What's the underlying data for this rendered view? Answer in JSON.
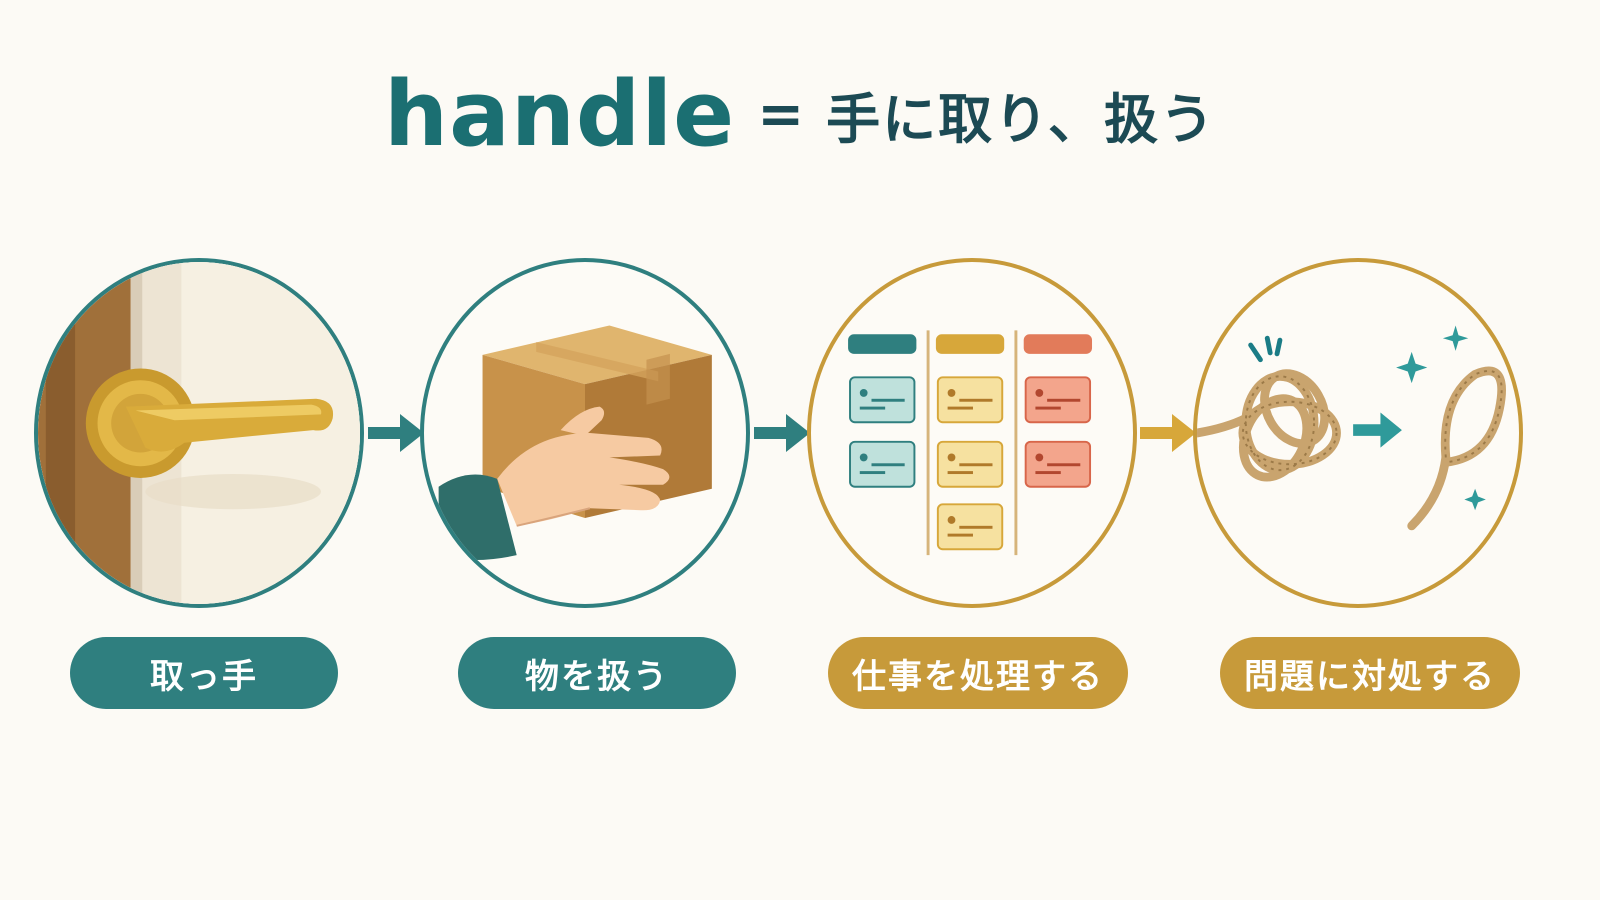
{
  "title": {
    "word": "handle",
    "equals": "=",
    "meaning": "手に取り、扱う"
  },
  "steps": [
    {
      "label": "取っ手",
      "icon": "door-handle-icon"
    },
    {
      "label": "物を扱う",
      "icon": "hand-box-icon"
    },
    {
      "label": "仕事を処理する",
      "icon": "task-board-icon"
    },
    {
      "label": "問題に対処する",
      "icon": "untangled-rope-icon"
    }
  ],
  "colors": {
    "teal": "#2f7f7f",
    "gold": "#c79a3a",
    "title_teal": "#1b6f72",
    "background": "#fcfaf5"
  }
}
